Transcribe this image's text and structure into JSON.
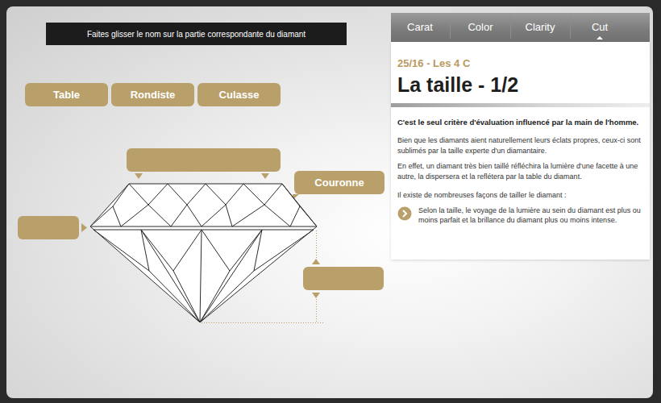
{
  "diagram": {
    "nodes": [
      {
        "text": [
          "Faites glisser le nom sur la partie correspondante du diamant"
        ]
      },
      {
        "text": [
          "Table"
        ]
      },
      {
        "text": [
          "Rondiste"
        ]
      },
      {
        "text": [
          "Culasse"
        ]
      },
      {
        "text": [
          "Couronne"
        ]
      },
      {
        "text": [
          "25/16 - Les 4 C",
          "La taille - 1/2",
          "C'est le seul critère d'évaluation influencé par la main de l'homme.",
          "Bien que les diamants aient naturellement leurs éclats propres, ceux-ci sont sublimés par la taille experte d'un diamantaire.",
          "En effet, un diamant très bien taillé réfléchira la lumière d'une facette à une autre, la dispersera et la reflétera par la table du diamant.",
          "Il existe de nombreuses façons de tailler le diamant :",
          "Selon la taille, le voyage de la lumière au sein du diamant est plus ou moins parfait et la brillance du diamant plus ou moins intense."
        ]
      }
    ],
    "labels": [
      "Carat",
      "Color",
      "Clarity",
      "Cut"
    ]
  }
}
